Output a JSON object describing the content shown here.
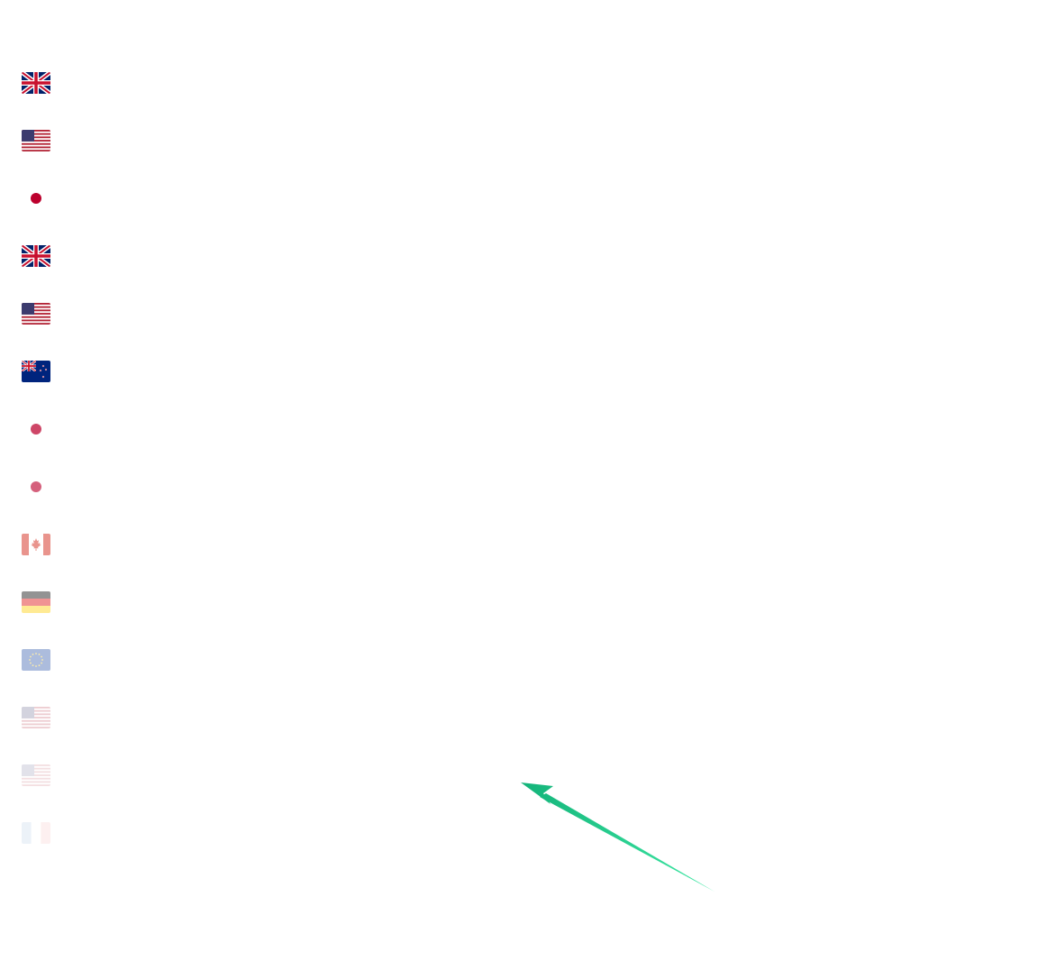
{
  "currency_flags": [
    {
      "icon": "uk-flag-icon",
      "opacity": 1.0
    },
    {
      "icon": "us-flag-icon",
      "opacity": 1.0
    },
    {
      "icon": "japan-flag-icon",
      "opacity": 1.0
    },
    {
      "icon": "uk-flag-icon",
      "opacity": 1.0
    },
    {
      "icon": "us-flag-icon",
      "opacity": 1.0
    },
    {
      "icon": "new-zealand-flag-icon",
      "opacity": 1.0
    },
    {
      "icon": "japan-flag-icon",
      "opacity": 0.72
    },
    {
      "icon": "japan-flag-icon",
      "opacity": 0.62
    },
    {
      "icon": "canada-flag-icon",
      "opacity": 0.5
    },
    {
      "icon": "germany-flag-icon",
      "opacity": 0.42
    },
    {
      "icon": "eu-flag-icon",
      "opacity": 0.32
    },
    {
      "icon": "us-flag-icon",
      "opacity": 0.22
    },
    {
      "icon": "us-flag-icon",
      "opacity": 0.14
    },
    {
      "icon": "france-flag-icon",
      "opacity": 0.07
    }
  ],
  "annotation": {
    "icon": "arrow-icon",
    "color_start": "#14b47a",
    "color_end": "#3de8a4"
  }
}
